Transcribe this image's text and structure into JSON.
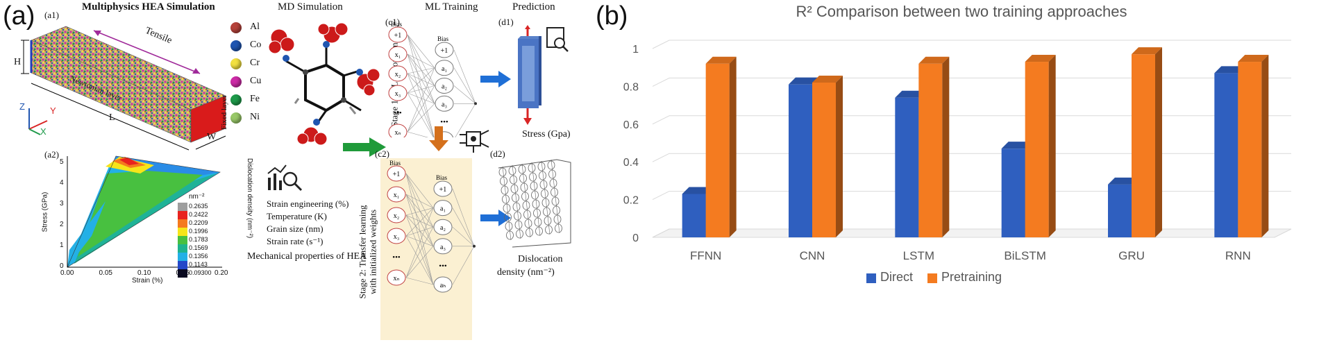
{
  "panel_a": {
    "letter": "(a)",
    "titles": {
      "multiphysics": "Multiphysics HEA Simulation",
      "md": "MD Simulation",
      "ml": "ML Training",
      "prediction": "Prediction"
    },
    "sublabels": {
      "a1": "(a1)",
      "a2": "(a2)",
      "c1": "(c1)",
      "c2": "(c2)",
      "d1": "(d1)",
      "d2": "(d2)"
    },
    "box_labels": {
      "tensile": "Tensile",
      "newtonian": "Newtonian layer",
      "fixed": "Fixed layer",
      "H": "H",
      "L": "L",
      "W": "W",
      "axis_z": "Z",
      "axis_y": "Y",
      "axis_x": "X"
    },
    "elements": [
      {
        "name": "Al",
        "color": "#b5423a"
      },
      {
        "name": "Co",
        "color": "#1f55b0"
      },
      {
        "name": "Cr",
        "color": "#f2e040"
      },
      {
        "name": "Cu",
        "color": "#cc2aa6"
      },
      {
        "name": "Fe",
        "color": "#1e9a4a"
      },
      {
        "name": "Ni",
        "color": "#98c868"
      }
    ],
    "contour": {
      "ylabel": "Stress (GPa)",
      "xlabel": "Strain (%)",
      "right_label": "Dislocation density (nm⁻²)",
      "unit": "nm⁻²",
      "yticks": [
        "0",
        "1",
        "2",
        "3",
        "4",
        "5"
      ],
      "xticks": [
        "0.00",
        "0.05",
        "0.10",
        "0.15",
        "0.20"
      ],
      "scale_values": [
        "0.2635",
        "0.2422",
        "0.2209",
        "0.1996",
        "0.1783",
        "0.1569",
        "0.1356",
        "0.1143",
        "0.09300"
      ],
      "scale_colors": [
        "#9e9e9e",
        "#e8231f",
        "#f57a1e",
        "#f6e51a",
        "#48c040",
        "#1fb38e",
        "#23b0e6",
        "#2548c8",
        "#0a0a20"
      ]
    },
    "md_properties": [
      "Strain engineering (%)",
      "Temperature (K)",
      "Grain size (nm)",
      "Strain rate (s⁻¹)"
    ],
    "md_caption": "Mechanical properties of HEA",
    "stage1": "Stage 1: ML Algorithm",
    "stage2_line1": "Stage 2: Transfer learning",
    "stage2_line2": "with initialized weights",
    "nn": {
      "bias": "Bias",
      "inputs": [
        "+1",
        "x₁",
        "x₂",
        "x₃",
        "•••",
        "xₙ"
      ],
      "hidden": [
        "+1",
        "a₁",
        "a₂",
        "a₃",
        "•••",
        "aₕ"
      ]
    },
    "stress_label": "Stress (Gpa)",
    "disloc_label_1": "Dislocation",
    "disloc_label_2": "density (nm⁻²)"
  },
  "panel_b": {
    "letter": "(b)",
    "chart_data": {
      "type": "bar",
      "title": "R² Comparison between two training approaches",
      "categories": [
        "FFNN",
        "CNN",
        "LSTM",
        "BiLSTM",
        "GRU",
        "RNN"
      ],
      "series": [
        {
          "name": "Direct",
          "values": [
            0.23,
            0.81,
            0.74,
            0.47,
            0.28,
            0.87
          ],
          "color": "#2f5fbf"
        },
        {
          "name": "Pretraining",
          "values": [
            0.92,
            0.82,
            0.92,
            0.93,
            0.97,
            0.93
          ],
          "color": "#f47b20"
        }
      ],
      "ylim": [
        0,
        1
      ],
      "yticks": [
        "0",
        "0.2",
        "0.4",
        "0.6",
        "0.8",
        "1"
      ],
      "grid": true,
      "legend_position": "bottom"
    }
  }
}
